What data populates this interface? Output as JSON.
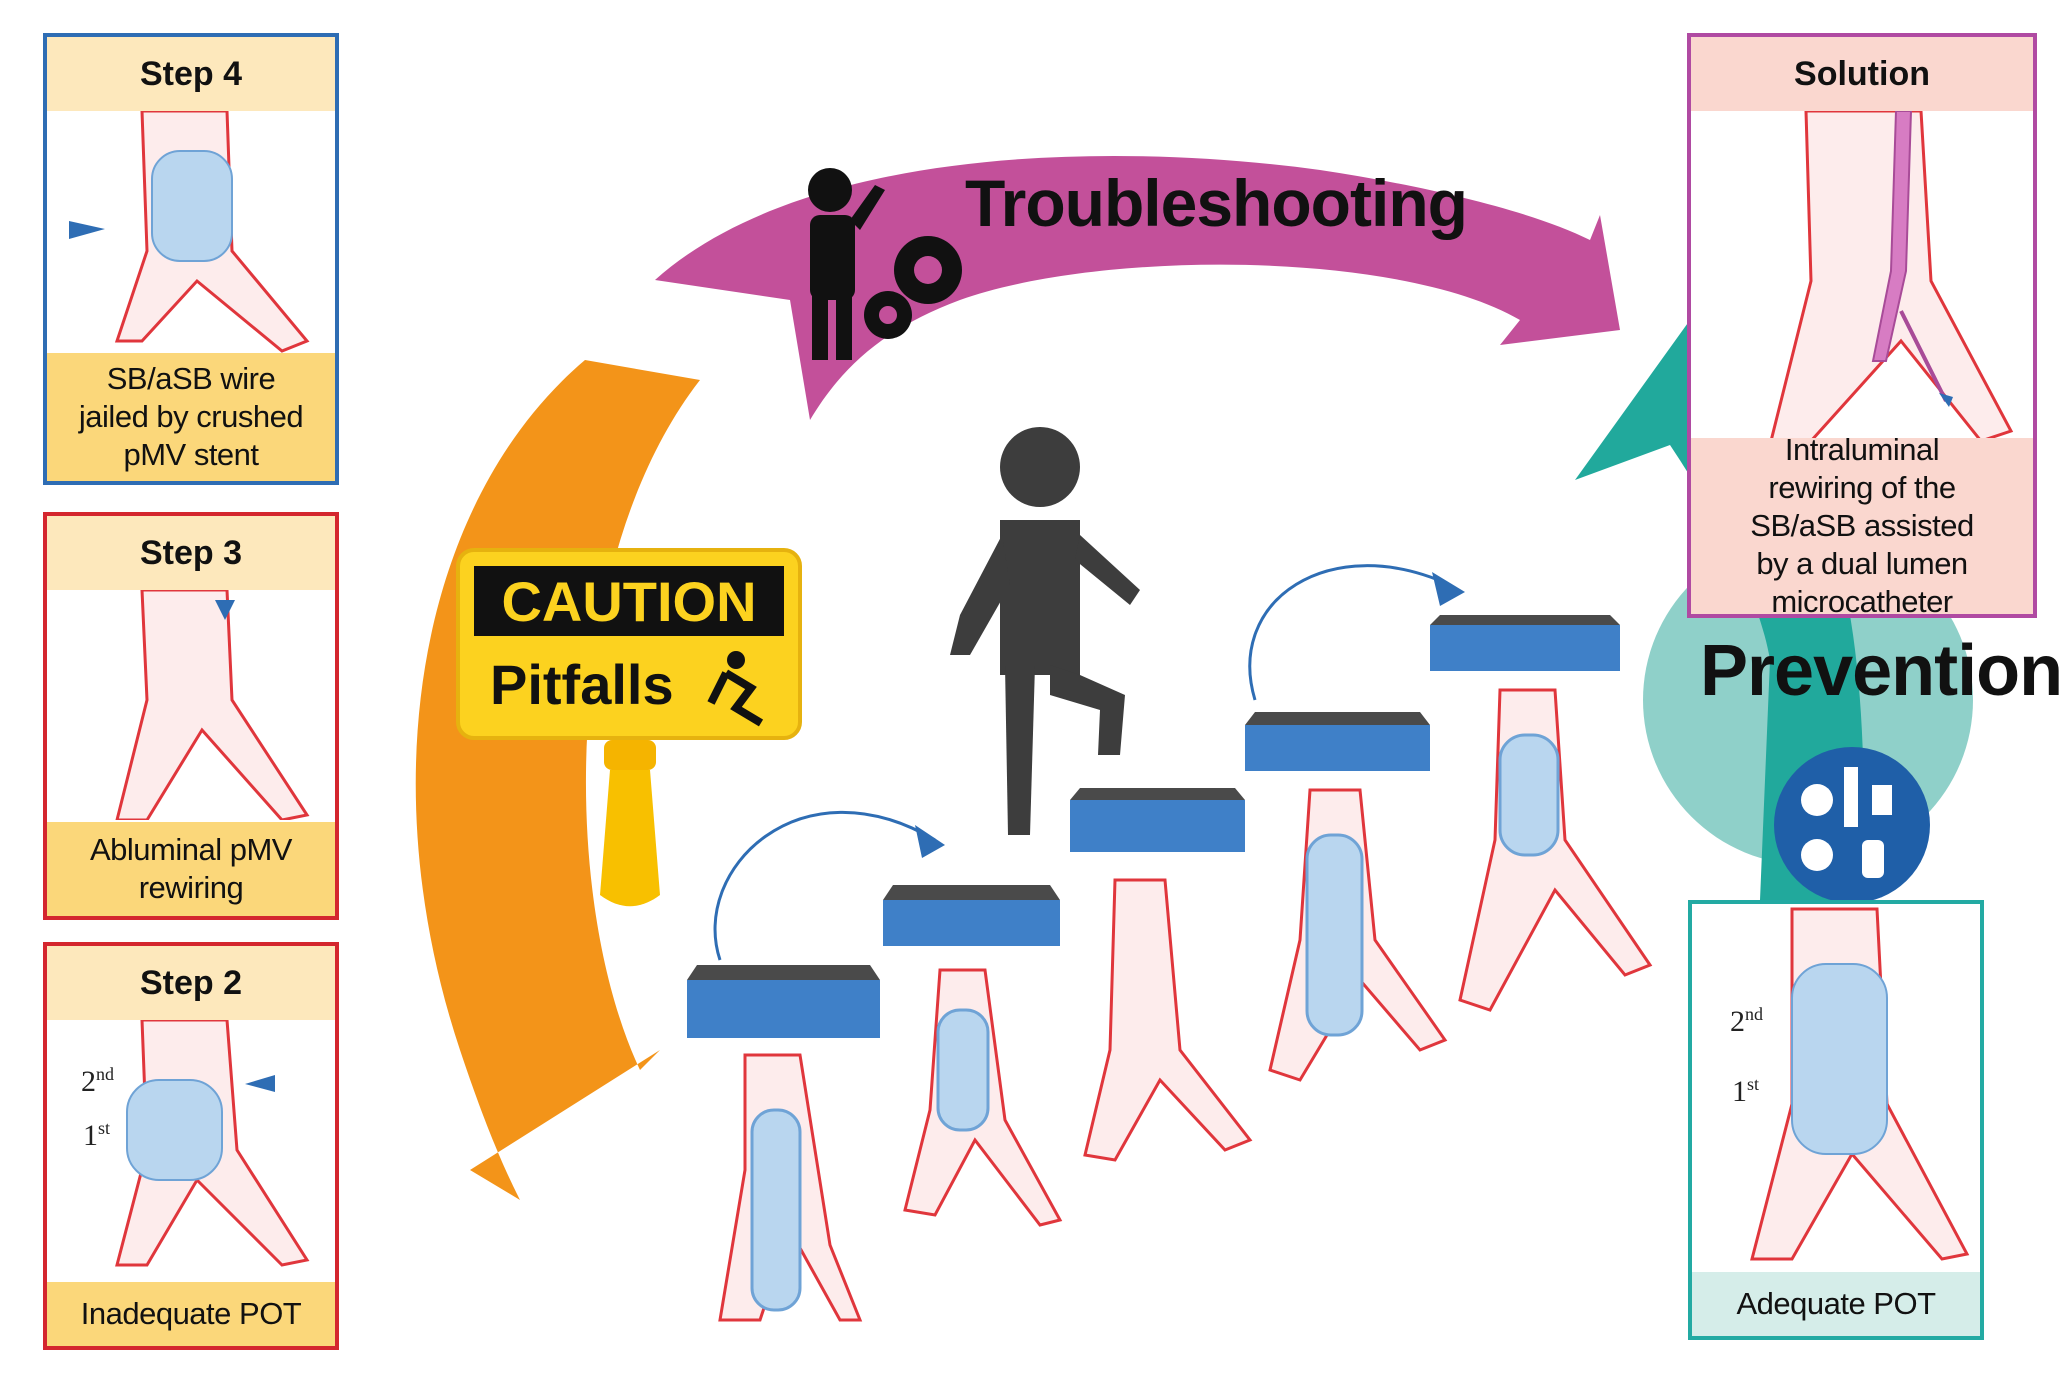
{
  "titles": {
    "troubleshooting": "Troubleshooting",
    "prevention": "Prevention"
  },
  "caution_sign": {
    "caution": "CAUTION",
    "pitfalls": "Pitfalls"
  },
  "panels": {
    "step4": {
      "title": "Step 4",
      "caption": "SB/aSB wire jailed by crushed pMV stent"
    },
    "step3": {
      "title": "Step 3",
      "caption": "Abluminal pMV rewiring"
    },
    "step2": {
      "title": "Step 2",
      "caption": "Inadequate POT",
      "label_2nd": "2",
      "label_2nd_sup": "nd",
      "label_1st": "1",
      "label_1st_sup": "st"
    },
    "solution": {
      "title": "Solution",
      "caption": "Intraluminal rewiring of the SB/aSB assisted by a dual lumen microcatheter"
    },
    "prevention": {
      "caption": "Adequate POT",
      "label_2nd": "2",
      "label_2nd_sup": "nd",
      "label_1st": "1",
      "label_1st_sup": "st"
    }
  },
  "colors": {
    "troubleshooting_arc": "#c3509a",
    "pitfalls_arc": "#f39419",
    "prevention_arc": "#21a99c",
    "step_block": "#3f80c8",
    "person": "#3d3d3d",
    "vessel": "#e0363c"
  },
  "icons": [
    "person-thinking-icon",
    "gears-icon",
    "slipping-person-icon",
    "walking-person-icon",
    "ppe-icon",
    "arrow-icon"
  ]
}
